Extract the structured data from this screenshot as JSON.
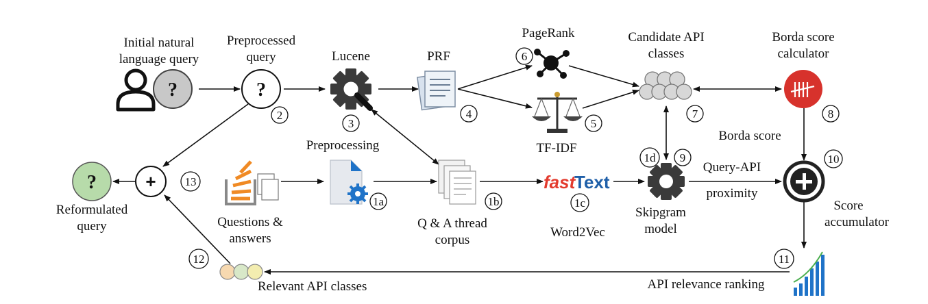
{
  "nodes": {
    "user_query": {
      "label_line1": "Initial natural",
      "label_line2": "language query",
      "glyph": "?"
    },
    "preprocessed_query": {
      "label_line1": "Preprocessed",
      "label_line2": "query",
      "glyph": "?",
      "step": "2"
    },
    "lucene": {
      "label": "Lucene",
      "step": "3"
    },
    "prf": {
      "label": "PRF",
      "step": "4"
    },
    "pagerank": {
      "label": "PageRank",
      "step": "6"
    },
    "tfidf": {
      "label": "TF-IDF",
      "step": "5"
    },
    "candidate_api": {
      "label_line1": "Candidate API",
      "label_line2": "classes",
      "step": "7"
    },
    "borda": {
      "label_line1": "Borda score",
      "label_line2": "calculator",
      "step": "8",
      "glyph": "𝍸"
    },
    "preprocessing": {
      "label": "Preprocessing",
      "step": "1a"
    },
    "qa_corpus": {
      "label_line1": "Q & A thread",
      "label_line2": "corpus",
      "step": "1b"
    },
    "questions_answers": {
      "label_line1": "Questions &",
      "label_line2": "answers"
    },
    "fasttext": {
      "logo_part1": "fast",
      "logo_part2": "Text",
      "label": "Word2Vec",
      "step": "1c"
    },
    "skipgram": {
      "label_line1": "Skipgram",
      "label_line2": "model",
      "step_a": "1d",
      "step_b": "9"
    },
    "score_accumulator": {
      "label_line1": "Score",
      "label_line2": "accumulator",
      "step": "10",
      "glyph": "+"
    },
    "combine": {
      "glyph": "+",
      "step": "13"
    },
    "reformulated": {
      "label_line1": "Reformulated",
      "label_line2": "query",
      "glyph": "?"
    },
    "relevant_api": {
      "label": "Relevant API classes",
      "step": "12"
    },
    "ranking": {
      "label": "API relevance ranking",
      "step": "11"
    }
  },
  "edge_labels": {
    "borda_score": "Borda score",
    "query_api_line1": "Query-API",
    "query_api_line2": "proximity"
  },
  "colors": {
    "query_gray": "#c8c8c8",
    "reformulated_green": "#b7dbaa",
    "borda_red": "#d7322c",
    "fasttext_red": "#e33b2e",
    "fasttext_blue": "#1f5fa8",
    "stackoverflow_orange": "#f08a24",
    "ranking_blue": "#1f73c8",
    "candidate_gray": "#d7d7d7"
  },
  "icons": [
    "user-icon",
    "question-icon",
    "gear-search-icon",
    "documents-icon",
    "network-icon",
    "scales-icon",
    "tally-icon",
    "stackoverflow-icon",
    "file-gear-icon",
    "gear-icon",
    "plus-icon",
    "bar-chart-icon",
    "circles-icon"
  ]
}
